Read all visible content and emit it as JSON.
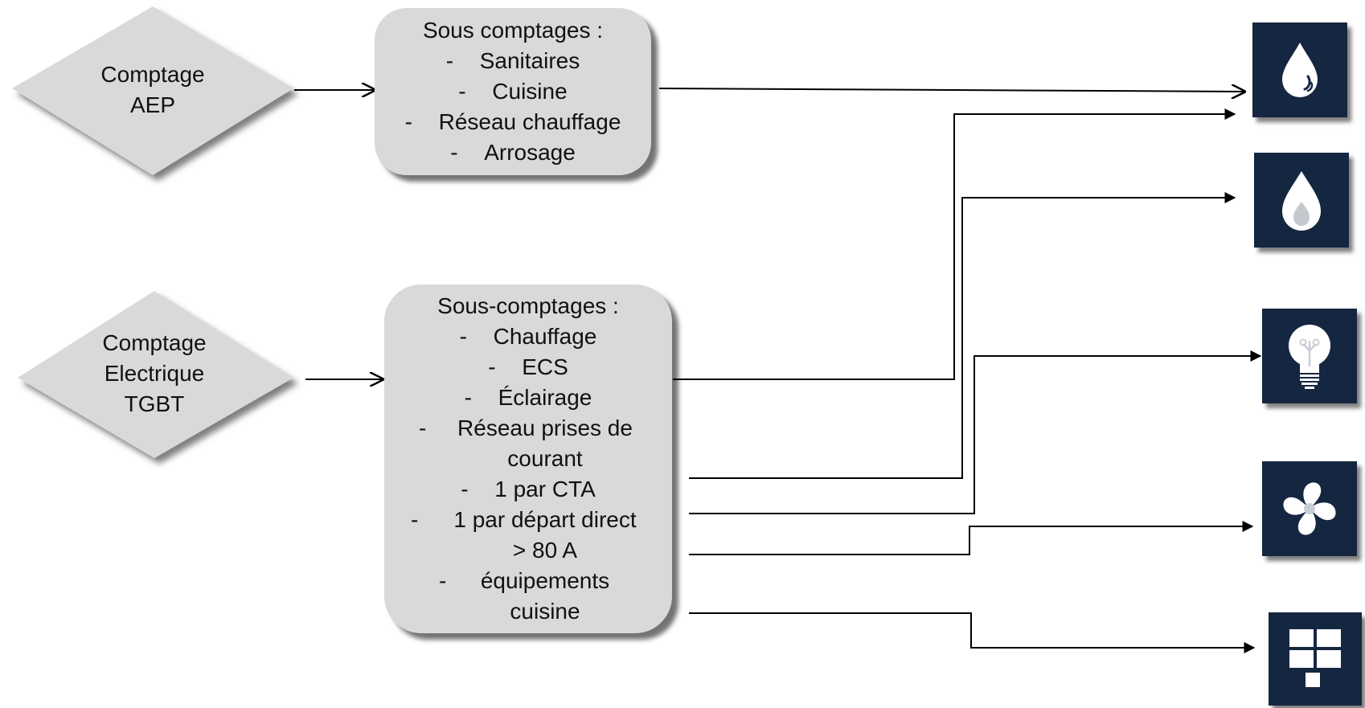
{
  "meters": {
    "water": {
      "label_lines": [
        "Comptage",
        "AEP"
      ]
    },
    "electric": {
      "label_lines": [
        "Comptage",
        "Electrique",
        "TGBT"
      ]
    }
  },
  "sub_meters": {
    "water": {
      "title": "Sous comptages :",
      "dash": "-",
      "items": [
        "Sanitaires",
        "Cuisine",
        "Réseau chauffage",
        "Arrosage"
      ]
    },
    "electric": {
      "title": "Sous-comptages :",
      "dash": "-",
      "items": [
        "Chauffage",
        "ECS",
        "Éclairage",
        "Réseau prises de courant",
        "1 par CTA",
        "1 par départ direct > 80 A",
        "équipements cuisine"
      ]
    }
  },
  "icons": {
    "water": "water-drop-icon",
    "heating": "flame-icon",
    "lighting": "light-bulb-icon",
    "ventilation": "fan-icon",
    "other": "grid-blocks-icon"
  },
  "colors": {
    "box_fill": "#d9d9d9",
    "tile_fill": "#152641",
    "icon_color": "#ffffff",
    "line_color": "#000000"
  }
}
